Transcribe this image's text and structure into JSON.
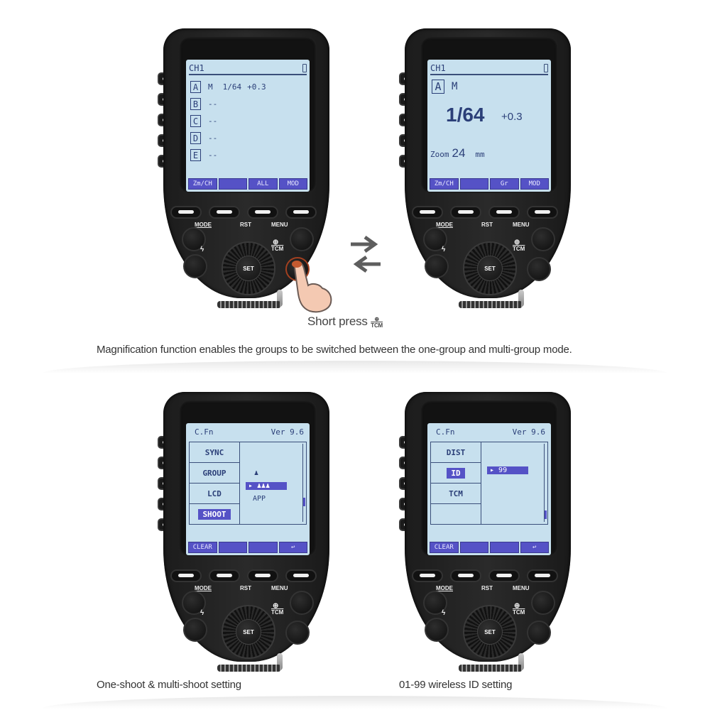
{
  "top_panel": {
    "device_left": {
      "screen": {
        "channel": "CH1",
        "battery_icon": "battery-icon",
        "groups": [
          {
            "id": "A",
            "mode": "M",
            "power": "1/64",
            "comp": "+0.3"
          },
          {
            "id": "B",
            "value": "--"
          },
          {
            "id": "C",
            "value": "--"
          },
          {
            "id": "D",
            "value": "--"
          },
          {
            "id": "E",
            "value": "--"
          }
        ],
        "function_keys": [
          "Zm/CH",
          "",
          "ALL",
          "MOD"
        ]
      }
    },
    "device_right": {
      "screen": {
        "channel": "CH1",
        "group": "A",
        "mode": "M",
        "power": "1/64",
        "comp": "+0.3",
        "zoom_label": "Zoom",
        "zoom_value": "24",
        "zoom_unit": "mm",
        "function_keys": [
          "Zm/CH",
          "",
          "Gr",
          "MOD"
        ]
      }
    },
    "swap_icon": "swap-arrows-icon",
    "instruction": "Short press",
    "instruction_icon_label": "TCM",
    "caption": "Magnification function enables the groups to be switched between the one-group and multi-group mode."
  },
  "bottom_panel": {
    "device_left": {
      "screen": {
        "title": "C.Fn",
        "version": "Ver 9.6",
        "menu_items": [
          "SYNC",
          "GROUP",
          "LCD",
          "SHOOT"
        ],
        "selected_menu": "SHOOT",
        "options": [
          "single-shoot-icon",
          "multi-shoot-icon",
          "APP"
        ],
        "selected_option": "multi-shoot-icon",
        "function_keys": [
          "CLEAR",
          "",
          "",
          "↩"
        ]
      },
      "caption": "One-shoot & multi-shoot setting"
    },
    "device_right": {
      "screen": {
        "title": "C.Fn",
        "version": "Ver 9.6",
        "menu_items": [
          "DIST",
          "ID",
          "TCM",
          ""
        ],
        "selected_menu": "ID",
        "option_value": "99",
        "function_keys": [
          "CLEAR",
          "",
          "",
          "↩"
        ]
      },
      "caption": "01-99 wireless ID setting"
    }
  },
  "device_labels": {
    "mode": "MODE",
    "rst": "RST",
    "menu": "MENU",
    "tcm": "TCM",
    "set": "SET"
  },
  "colors": {
    "screen_bg": "#c7e0ee",
    "screen_text": "#2b3f78",
    "highlight": "#5552c6",
    "device_body": "#1c1c1c"
  }
}
